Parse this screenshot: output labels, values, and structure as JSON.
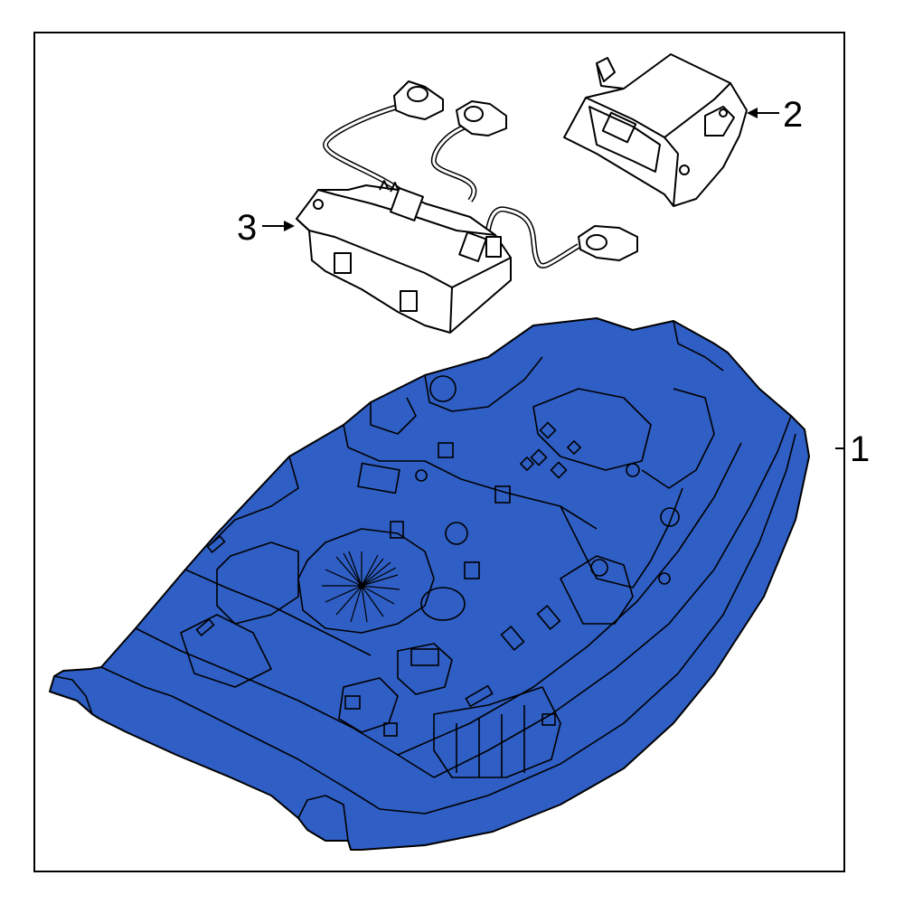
{
  "diagram": {
    "colors": {
      "part_fill": "#2f5ec4",
      "line": "#000000",
      "background": "#ffffff"
    },
    "callouts": [
      {
        "id": "1",
        "label": "1"
      },
      {
        "id": "2",
        "label": "2"
      },
      {
        "id": "3",
        "label": "3"
      }
    ]
  }
}
